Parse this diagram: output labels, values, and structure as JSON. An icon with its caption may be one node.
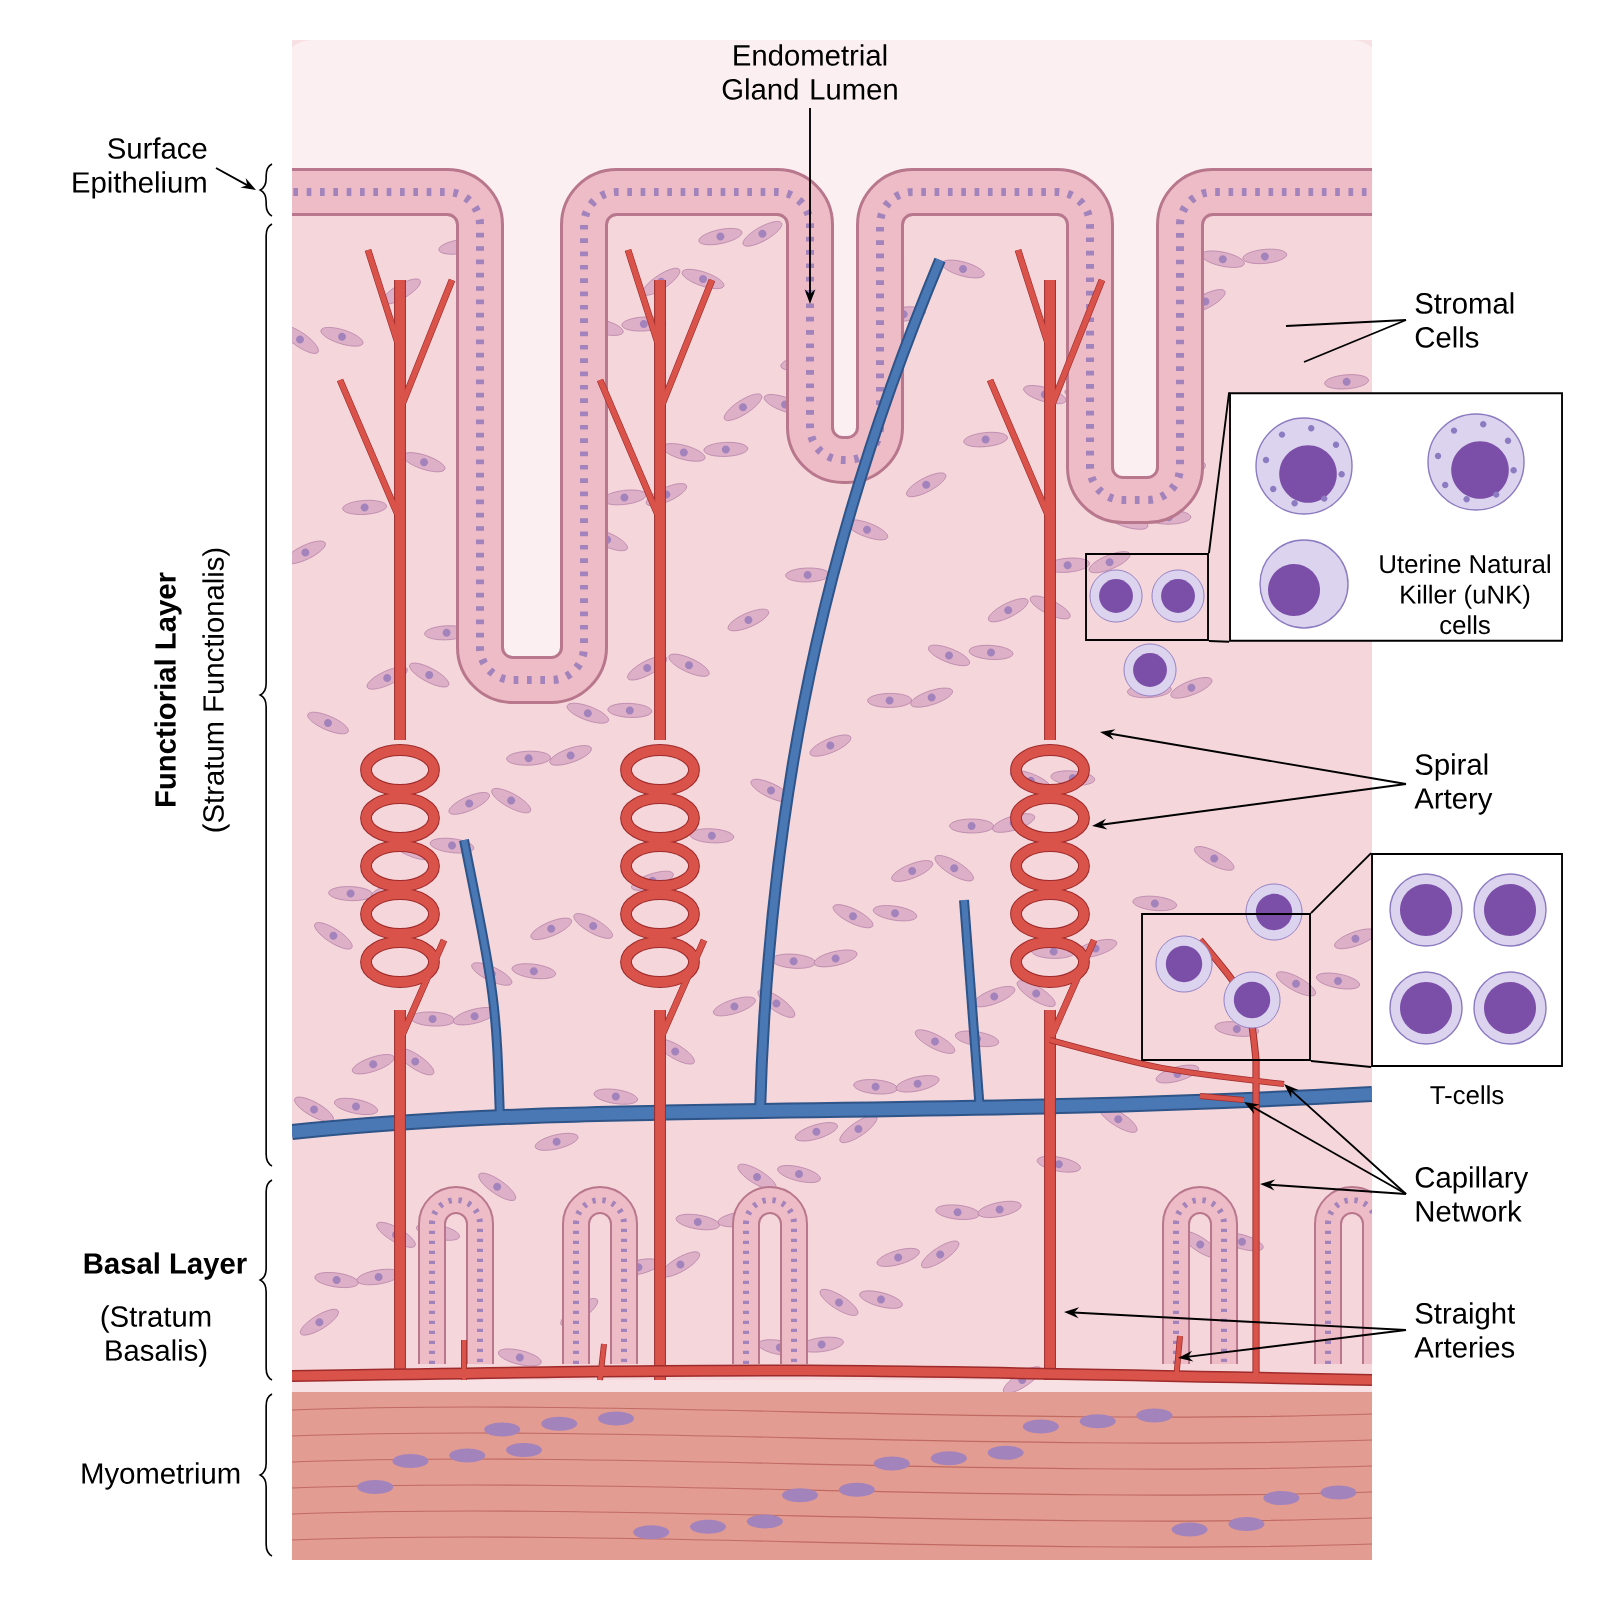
{
  "diagram": {
    "nodes": [
      {
        "text": [
          "Endometrial Gland Lumen"
        ]
      },
      {
        "text": [
          "Surface Epithelium"
        ]
      },
      {
        "text": [
          "Stromal Cells"
        ]
      },
      {
        "text": [
          "Uterine Natural Killer (uNK) cells"
        ]
      },
      {
        "text": [],
        "shape": "box"
      },
      {
        "text": [
          "Spiral Artery"
        ]
      },
      {
        "text": [],
        "shape": "box"
      },
      {
        "text": [
          "T-cells"
        ]
      },
      {
        "text": [
          "Capillary Network"
        ]
      },
      {
        "text": [
          "Straight Arteries"
        ]
      }
    ],
    "edges": [
      {
        "from": 0,
        "to": null,
        "arrow": "to"
      },
      {
        "from": 1,
        "to": null,
        "arrow": "to"
      },
      {
        "from": 2,
        "to": null,
        "arrow": "none"
      },
      {
        "from": 2,
        "to": null,
        "arrow": "none"
      },
      {
        "from": 4,
        "to": 3,
        "arrow": "none"
      },
      {
        "from": 4,
        "to": 3,
        "arrow": "none"
      },
      {
        "from": 5,
        "to": null,
        "arrow": "to"
      },
      {
        "from": 5,
        "to": null,
        "arrow": "to"
      },
      {
        "from": 6,
        "to": 7,
        "arrow": "none"
      },
      {
        "from": 6,
        "to": 7,
        "arrow": "none"
      },
      {
        "from": 8,
        "to": null,
        "arrow": "to"
      },
      {
        "from": 8,
        "to": null,
        "arrow": "to"
      },
      {
        "from": 8,
        "to": null,
        "arrow": "to"
      },
      {
        "from": 9,
        "to": null,
        "arrow": "to"
      },
      {
        "from": 9,
        "to": null,
        "arrow": "to"
      }
    ],
    "labels": [
      "Functiorial Layer",
      "(Stratum Functionalis)",
      "Basal Layer",
      "(Stratum Basalis)",
      "Myometrium"
    ]
  }
}
